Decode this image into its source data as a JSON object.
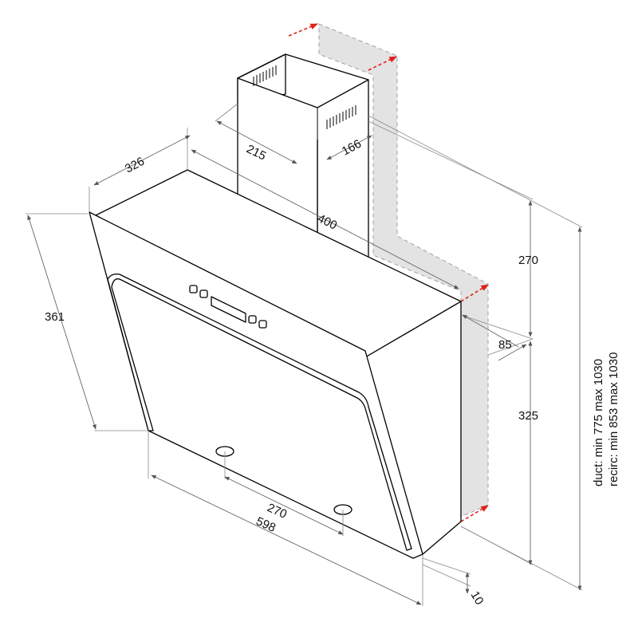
{
  "dimensions": {
    "chimney_width": "215",
    "chimney_depth": "166",
    "hood_depth": "326",
    "chimney_to_front": "400",
    "chimney_height": "270",
    "wall_offset": "85",
    "panel_height": "361",
    "hood_height": "325",
    "bracket_spacing": "270",
    "hood_width": "598",
    "bottom_gap": "10",
    "total_duct": "duct: min 775 max 1030",
    "total_recirc": "recirc: min 853 max 1030"
  },
  "colors": {
    "line": "#000000",
    "dimension": "#666666",
    "wall_fill": "#e3e3e3",
    "arrow_red": "#e0201a"
  }
}
